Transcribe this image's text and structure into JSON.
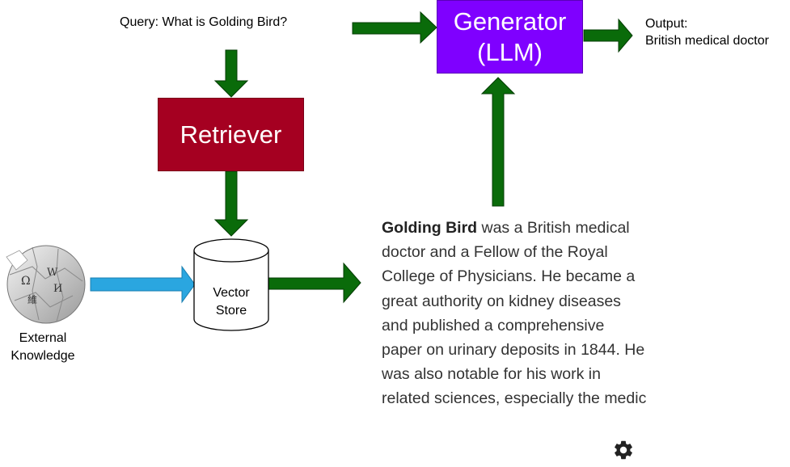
{
  "query": {
    "text": "Query: What is Golding Bird?"
  },
  "generator": {
    "line1": "Generator",
    "line2": "(LLM)",
    "color": "#7f00ff"
  },
  "output": {
    "line1": "Output:",
    "line2": "British medical doctor"
  },
  "retriever": {
    "label": "Retriever",
    "color": "#a50021"
  },
  "vector_store": {
    "line1": "Vector",
    "line2": "Store"
  },
  "external": {
    "line1": "External",
    "line2": "Knowledge",
    "logo_text": [
      "Ω",
      "W",
      "И",
      "維"
    ]
  },
  "passage": {
    "bold": "Golding Bird",
    "rest": " was a British medical doctor and a Fellow of the Royal College of Physicians. He became a great authority on kidney diseases and published a comprehensive paper on urinary deposits in 1844. He was also notable for his work in related sciences, especially the medic"
  },
  "colors": {
    "arrow_green": "#0a6b0a",
    "arrow_blue": "#2aa6e0"
  },
  "icons": {
    "settings": "gear-icon",
    "wiki": "wikipedia-globe-icon"
  }
}
